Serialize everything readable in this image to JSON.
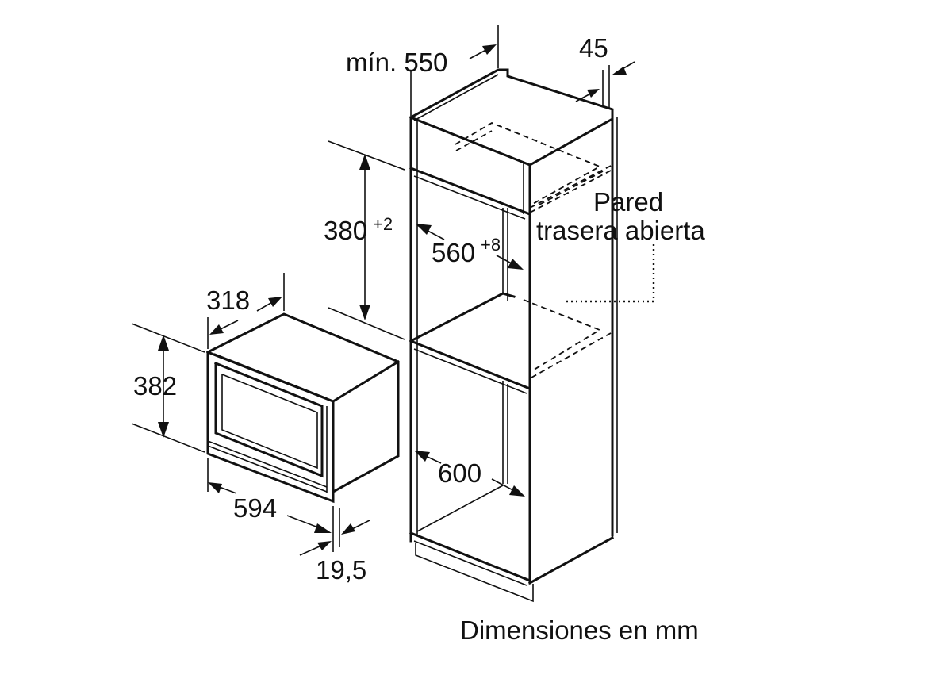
{
  "cabinet": {
    "depth_label": "mín. 550",
    "gap_label": "45",
    "niche_height_label": "380",
    "niche_height_tol": "+2",
    "niche_width_label": "560",
    "niche_width_tol": "+8",
    "cabinet_width_label": "600",
    "back_wall_label_line1": "Pared",
    "back_wall_label_line2": "trasera abierta"
  },
  "appliance": {
    "depth_label": "318",
    "height_label": "382",
    "width_label": "594",
    "front_label": "19,5"
  },
  "caption": "Dimensiones en mm"
}
